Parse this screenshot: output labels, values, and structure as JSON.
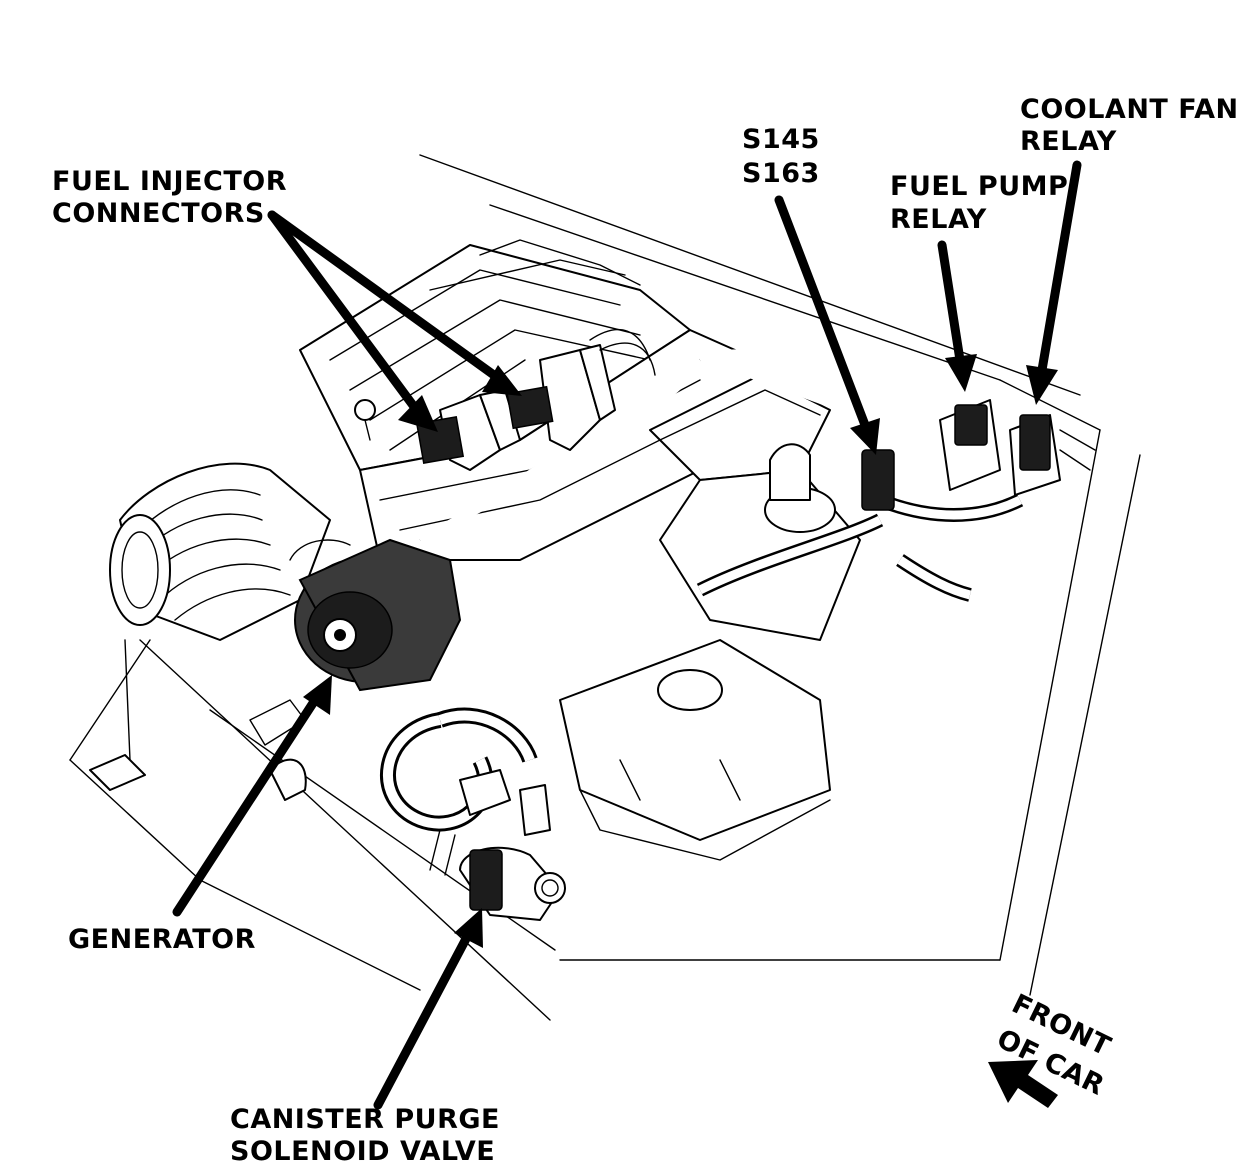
{
  "labels": {
    "fuel_injector": [
      "FUEL INJECTOR",
      "CONNECTORS"
    ],
    "splices": [
      "S145",
      "S163"
    ],
    "fuel_pump_relay": [
      "FUEL PUMP",
      "RELAY"
    ],
    "coolant_fan_relay": [
      "COOLANT FAN",
      "RELAY"
    ],
    "generator": [
      "GENERATOR"
    ],
    "canister_purge": [
      "CANISTER PURGE",
      "SOLENOID VALVE"
    ],
    "front_of_car": [
      "FRONT",
      "OF CAR"
    ]
  },
  "colors": {
    "ink": "#000000",
    "background": "#ffffff",
    "shading": "#3a3a3a"
  }
}
